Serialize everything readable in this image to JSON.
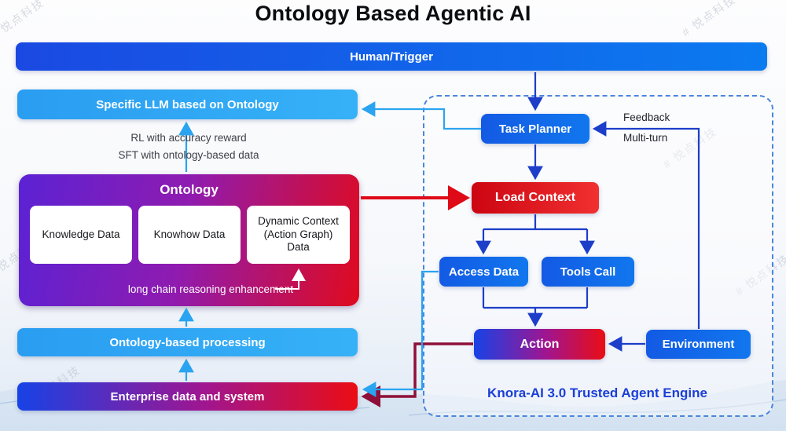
{
  "title": "Ontology Based Agentic AI",
  "watermark": "# 悦点科技",
  "left": {
    "human_trigger": "Human/Trigger",
    "specific_llm": "Specific LLM based on Ontology",
    "note_rl": "RL with accuracy reward",
    "note_sft": "SFT with ontology-based data",
    "ontology_title": "Ontology",
    "cards": [
      "Knowledge Data",
      "Knowhow Data",
      "Dynamic Context (Action Graph) Data"
    ],
    "long_chain_note": "long chain reasoning enhancement",
    "processing": "Ontology-based processing",
    "enterprise": "Enterprise data and system"
  },
  "engine": {
    "task_planner": "Task Planner",
    "feedback": "Feedback",
    "multi_turn": "Multi-turn",
    "load_context": "Load Context",
    "access_data": "Access Data",
    "tools_call": "Tools Call",
    "action": "Action",
    "environment": "Environment",
    "caption": "Knora-AI 3.0 Trusted Agent Engine"
  },
  "colors": {
    "accent_blue": "#135ae4",
    "light_blue": "#2ea4f2",
    "red": "#e00a18",
    "purple": "#5b22d4",
    "maroon": "#8e1038",
    "caption_blue": "#1b3fd6"
  }
}
